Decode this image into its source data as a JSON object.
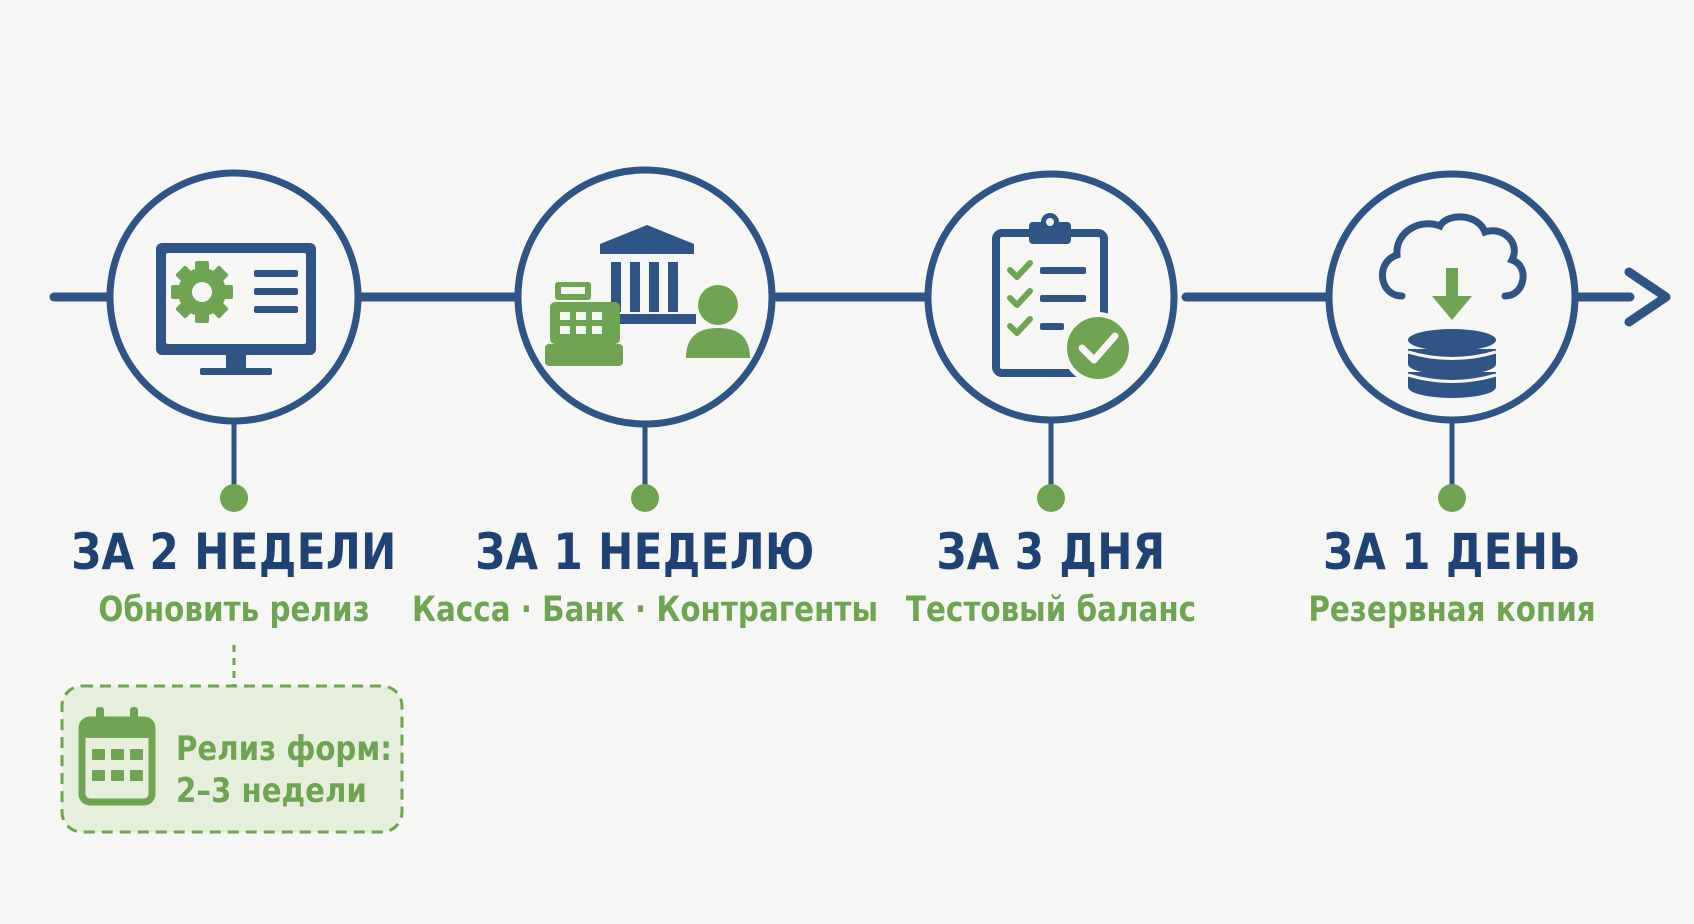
{
  "colors": {
    "navy": "#2f5486",
    "navy_text": "#1f4274",
    "green": "#6fa552",
    "note_bg": "#e6efdc",
    "background": "#f6f6f4"
  },
  "steps": [
    {
      "period": "ЗА 2 НЕДЕЛИ",
      "description": "Обновить релиз",
      "icon": "monitor-gear-icon"
    },
    {
      "period": "ЗА 1 НЕДЕЛЮ",
      "description": "Касса · Банк · Контрагенты",
      "icon": "bank-register-person-icon"
    },
    {
      "period": "ЗА 3 ДНЯ",
      "description": "Тестовый баланс",
      "icon": "clipboard-check-icon"
    },
    {
      "period": "ЗА 1 ДЕНЬ",
      "description": "Резервная копия",
      "icon": "cloud-database-download-icon"
    }
  ],
  "note": {
    "line1": "Релиз форм:",
    "line2": "2–3 недели",
    "icon": "calendar-icon"
  }
}
